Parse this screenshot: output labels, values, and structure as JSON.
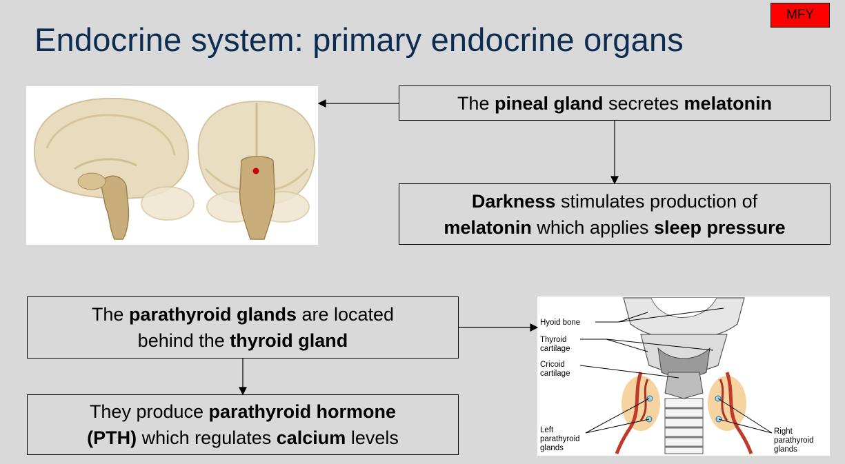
{
  "slide": {
    "title": "Endocrine system: primary endocrine organs",
    "badge": "MFY",
    "colors": {
      "title": "#0d2c52",
      "badge": "#ff0000",
      "background": "#d9d9d9",
      "gland_marker": "#cc0000",
      "artery": "#c0392b"
    }
  },
  "pineal_box": {
    "t1": "The ",
    "b1": "pineal gland",
    "t2": " secretes ",
    "b2": "melatonin"
  },
  "darkness_box": {
    "b1": "Darkness",
    "t1": " stimulates production of",
    "b2": "melatonin",
    "t2": " which applies ",
    "b3": "sleep pressure"
  },
  "parathyroid_box": {
    "t1": "The ",
    "b1": "parathyroid glands",
    "t2": " are located",
    "t3": "behind the ",
    "b2": "thyroid gland"
  },
  "pth_box": {
    "t1": "They produce ",
    "b1": "parathyroid hormone",
    "b2": "(PTH)",
    "t2": " which regulates ",
    "b3": "calcium",
    "t3": " levels"
  },
  "neck_labels": {
    "hyoid": "Hyoid bone",
    "thyroid_1": "Thyroid",
    "thyroid_2": "cartilage",
    "cricoid_1": "Cricoid",
    "cricoid_2": "cartilage",
    "left_1": "Left",
    "left_2": "parathyroid",
    "left_3": "glands",
    "right_1": "Right",
    "right_2": "parathyroid",
    "right_3": "glands"
  }
}
